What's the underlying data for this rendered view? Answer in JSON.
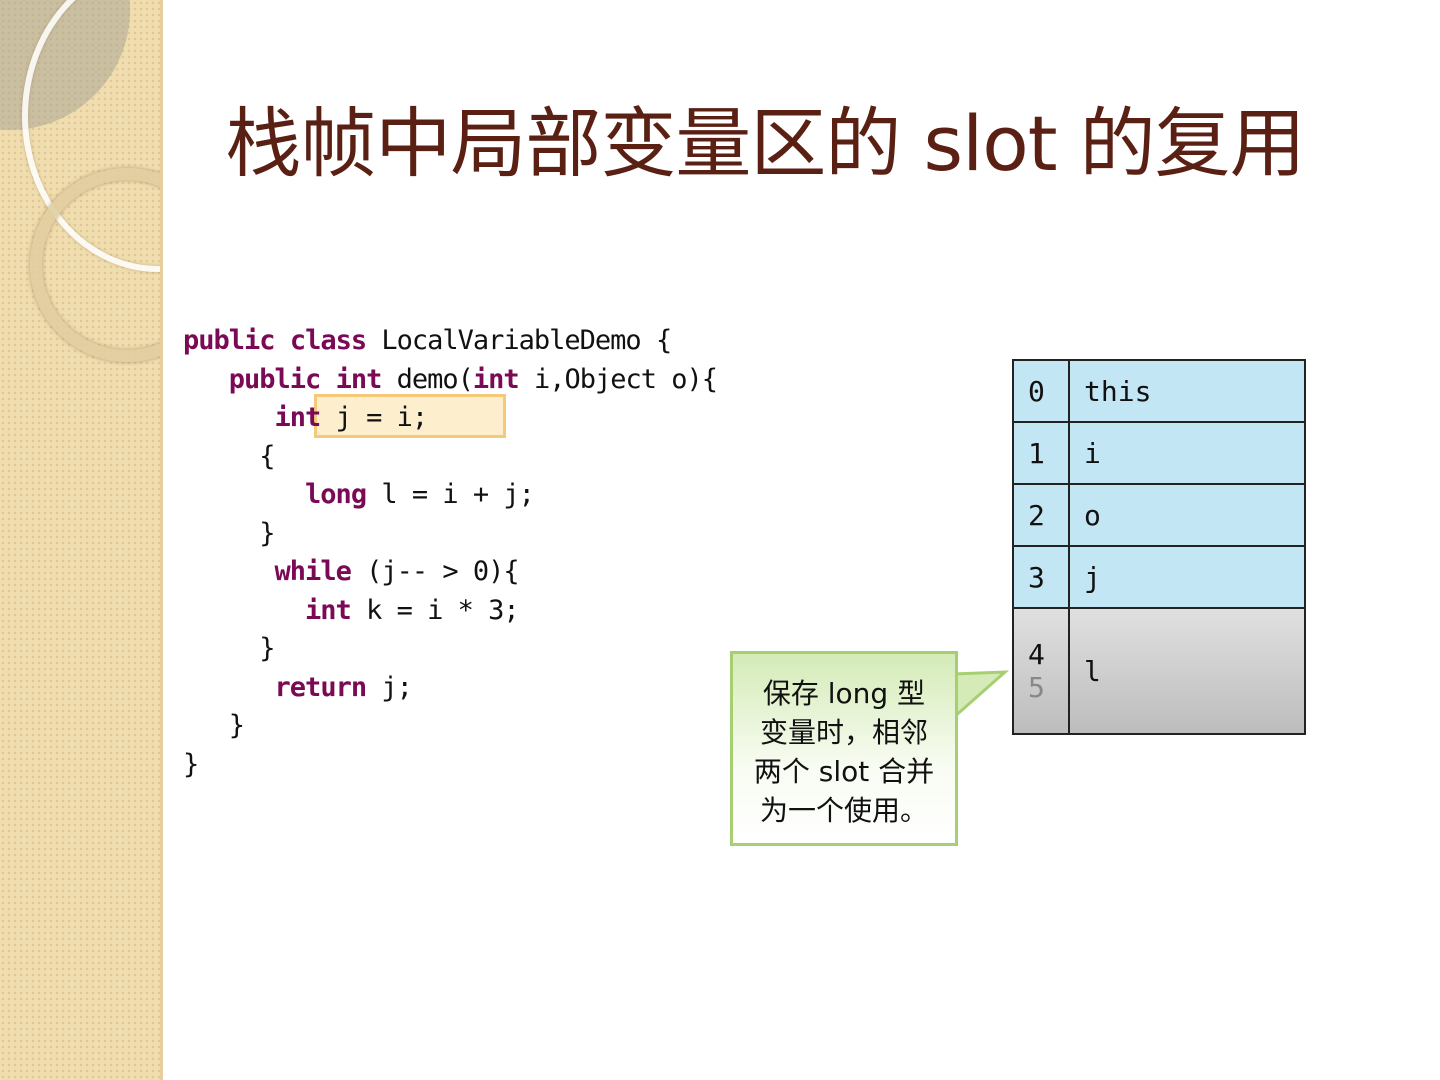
{
  "slide": {
    "title": "栈帧中局部变量区的 slot 的复用"
  },
  "code": {
    "lines": [
      [
        {
          "t": "public",
          "kw": true
        },
        {
          "t": " "
        },
        {
          "t": "class",
          "kw": true
        },
        {
          "t": " LocalVariableDemo {"
        }
      ],
      [
        {
          "t": "   "
        },
        {
          "t": "public",
          "kw": true
        },
        {
          "t": " "
        },
        {
          "t": "int",
          "kw": true
        },
        {
          "t": " demo("
        },
        {
          "t": "int",
          "kw": true
        },
        {
          "t": " i,Object o){"
        }
      ],
      [
        {
          "t": "      "
        },
        {
          "t": "int",
          "kw": true
        },
        {
          "t": " j = i;"
        }
      ],
      [
        {
          "t": "     {"
        }
      ],
      [
        {
          "t": "        "
        },
        {
          "t": "long",
          "kw": true
        },
        {
          "t": " l = i + j;"
        }
      ],
      [
        {
          "t": "     }"
        }
      ],
      [
        {
          "t": "      "
        },
        {
          "t": "while",
          "kw": true
        },
        {
          "t": " (j-- > 0){"
        }
      ],
      [
        {
          "t": "        "
        },
        {
          "t": "int",
          "kw": true
        },
        {
          "t": " k = i * 3;"
        }
      ],
      [
        {
          "t": "     }"
        }
      ],
      [
        {
          "t": "      "
        },
        {
          "t": "return",
          "kw": true
        },
        {
          "t": " j;"
        }
      ],
      [
        {
          "t": "   }"
        }
      ],
      [
        {
          "t": "}"
        }
      ]
    ]
  },
  "slots": {
    "rows": [
      {
        "index": "0",
        "value": "this"
      },
      {
        "index": "1",
        "value": "i"
      },
      {
        "index": "2",
        "value": "o"
      },
      {
        "index": "3",
        "value": "j"
      }
    ],
    "merged": {
      "index_a": "4",
      "index_b": "5",
      "value": "l"
    }
  },
  "callout": {
    "lines": [
      "保存 long 型",
      "变量时，相邻",
      "两个 slot 合并",
      "为一个使用。"
    ]
  }
}
